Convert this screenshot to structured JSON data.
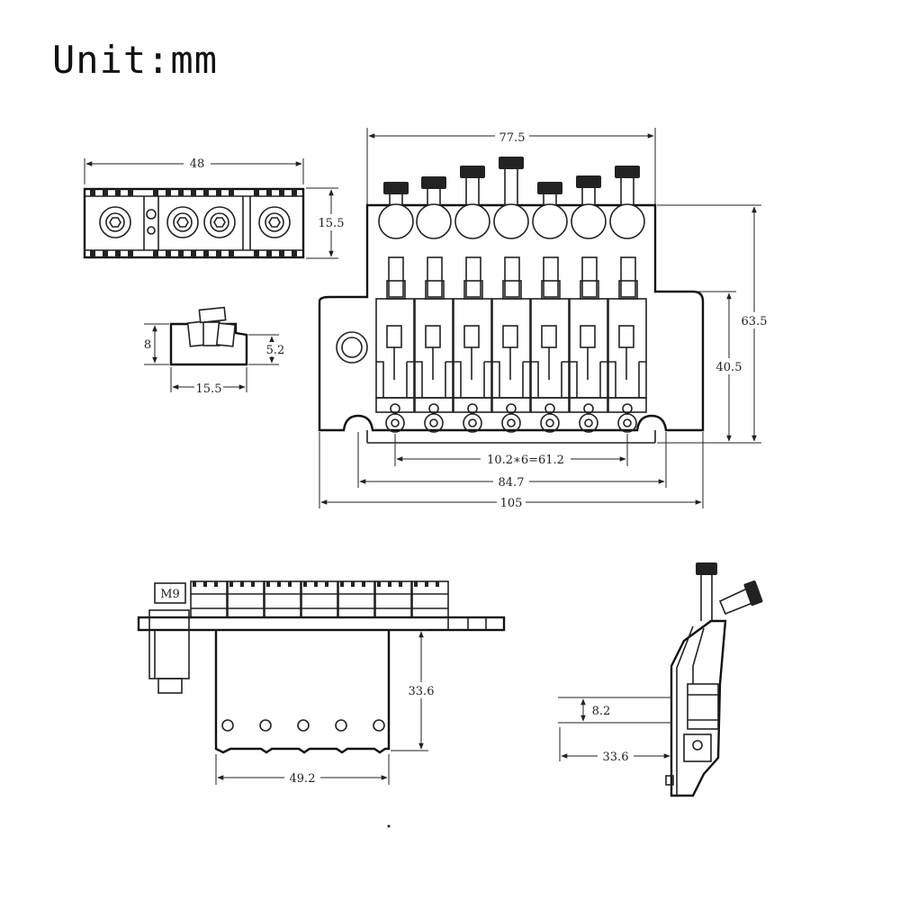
{
  "title": "Unit:mm",
  "dimensions": {
    "top_width": "77.5",
    "total_height": "63.5",
    "body_height": "40.5",
    "string_spacing": "10.2∗6=61.2",
    "post_spacing": "84.7",
    "total_width": "105",
    "nut_width": "48",
    "nut_height": "15.5",
    "block_height_left": "8",
    "block_height_right": "5.2",
    "block_width": "15.5",
    "stud_thread": "M9",
    "sustain_block_depth": "33.6",
    "sustain_block_width": "49.2",
    "side_offset": "8.2",
    "side_depth": "33.6"
  }
}
